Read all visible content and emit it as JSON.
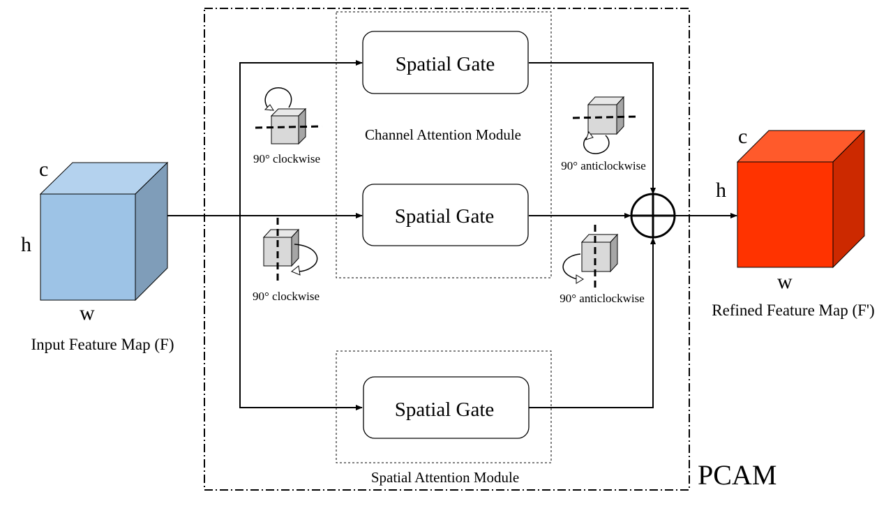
{
  "input_map": {
    "c_label": "c",
    "h_label": "h",
    "w_label": "w",
    "caption": "Input Feature Map (F)",
    "colors": {
      "front": "#9dc3e6",
      "top": "#b4d2ee",
      "side": "#7f9db9"
    }
  },
  "output_map": {
    "c_label": "c",
    "h_label": "h",
    "w_label": "w",
    "caption": "Refined Feature Map (F')",
    "colors": {
      "front": "#ff3300",
      "top": "#ff5a2b",
      "side": "#cc2900"
    }
  },
  "gates": {
    "top": "Spatial Gate",
    "middle": "Spatial Gate",
    "bottom": "Spatial Gate"
  },
  "modules": {
    "channel": "Channel Attention Module",
    "spatial": "Spatial Attention Module",
    "block_name": "PCAM"
  },
  "rotations": {
    "top_left": "90° clockwise",
    "top_right": "90° anticlockwise",
    "mid_left": "90° clockwise",
    "mid_right": "90° anticlockwise"
  },
  "icons": {
    "sum": "circle-plus-icon",
    "rotate_cw": "rotate-clockwise-icon",
    "rotate_acw": "rotate-anticlockwise-icon"
  },
  "mini_cube_colors": {
    "front": "#d9d9d9",
    "top": "#e8e8e8",
    "side": "#a6a6a6"
  }
}
